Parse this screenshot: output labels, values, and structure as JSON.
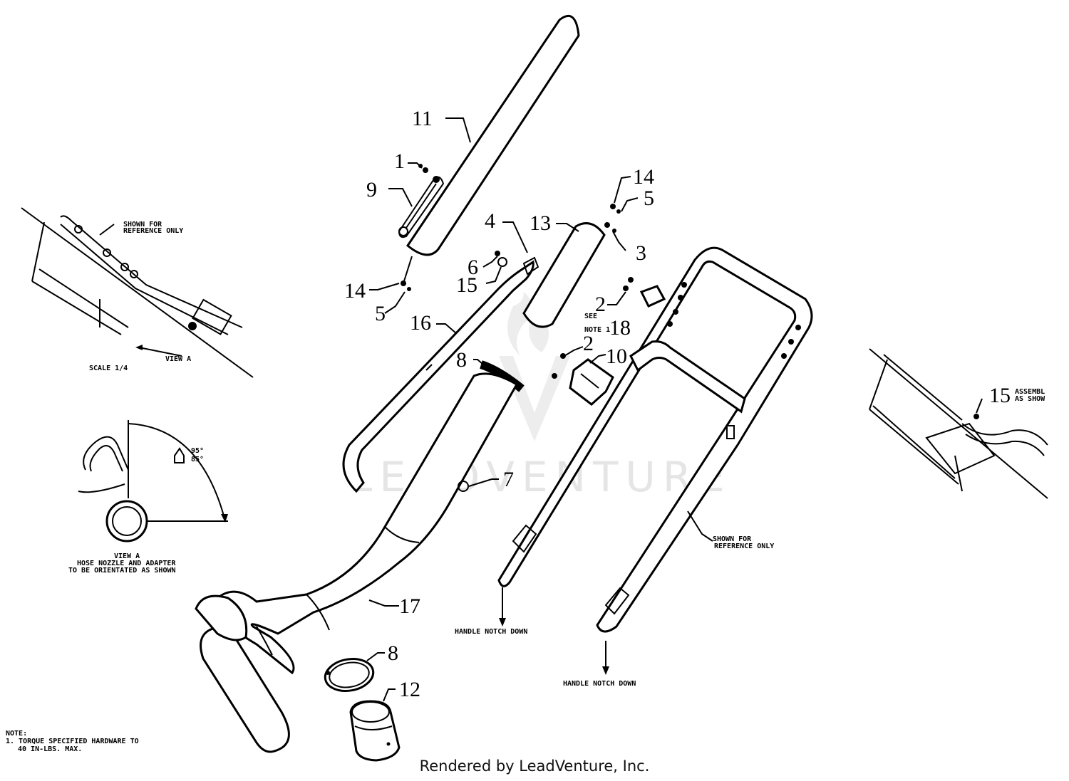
{
  "callouts": [
    {
      "id": "c11",
      "label": "11"
    },
    {
      "id": "c1",
      "label": "1"
    },
    {
      "id": "c9",
      "label": "9"
    },
    {
      "id": "c14a",
      "label": "14"
    },
    {
      "id": "c5a",
      "label": "5"
    },
    {
      "id": "c14b",
      "label": "14"
    },
    {
      "id": "c5b",
      "label": "5"
    },
    {
      "id": "c4",
      "label": "4"
    },
    {
      "id": "c13",
      "label": "13"
    },
    {
      "id": "c3",
      "label": "3"
    },
    {
      "id": "c6",
      "label": "6"
    },
    {
      "id": "c15",
      "label": "15"
    },
    {
      "id": "c16",
      "label": "16"
    },
    {
      "id": "c2a",
      "label": "2"
    },
    {
      "id": "c18",
      "label": "18"
    },
    {
      "id": "c2b",
      "label": "2"
    },
    {
      "id": "c10",
      "label": "10"
    },
    {
      "id": "c8a",
      "label": "8"
    },
    {
      "id": "c7",
      "label": "7"
    },
    {
      "id": "c17",
      "label": "17"
    },
    {
      "id": "c8b",
      "label": "8"
    },
    {
      "id": "c12",
      "label": "12"
    },
    {
      "id": "c15b",
      "label": "15"
    }
  ],
  "notes": {
    "shown_ref_1a": "SHOWN FOR",
    "shown_ref_1b": "REFERENCE ONLY",
    "view_a_arrow": "VIEW A",
    "scale": "SCALE 1/4",
    "angle_top": "95°",
    "angle_bottom": "85°",
    "view_a_title": "VIEW A",
    "view_a_line2": "HOSE NOZZLE AND ADAPTER",
    "view_a_line3": "TO BE ORIENTATED AS SHOWN",
    "see": "SEE",
    "note1": "NOTE 1",
    "shown_ref_2a": "SHOWN FOR",
    "shown_ref_2b": "REFERENCE ONLY",
    "handle_notch_1": "HANDLE NOTCH DOWN",
    "handle_notch_2": "HANDLE NOTCH DOWN",
    "assemble_a": "ASSEMBL",
    "assemble_b": "AS SHOW",
    "note_title": "NOTE:",
    "note_line1": "1. TORQUE SPECIFIED HARDWARE TO",
    "note_line2": "40 IN-LBS. MAX."
  },
  "watermark": "LEADVENTURE",
  "footer": "Rendered by LeadVenture, Inc."
}
